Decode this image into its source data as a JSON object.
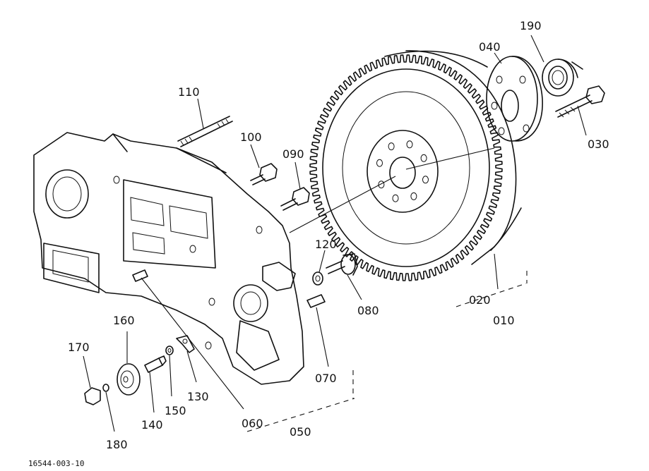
{
  "labels": {
    "p010": "010",
    "p020": "020",
    "p030": "030",
    "p040": "040",
    "p050": "050",
    "p060": "060",
    "p070": "070",
    "p080": "080",
    "p090": "090",
    "p100": "100",
    "p110": "110",
    "p120": "120",
    "p130": "130",
    "p140": "140",
    "p150": "150",
    "p160": "160",
    "p170": "170",
    "p180": "180",
    "p190": "190"
  },
  "drawing_ref": "16544-003-10",
  "colors": {
    "ink": "#111111",
    "paper": "#ffffff"
  }
}
